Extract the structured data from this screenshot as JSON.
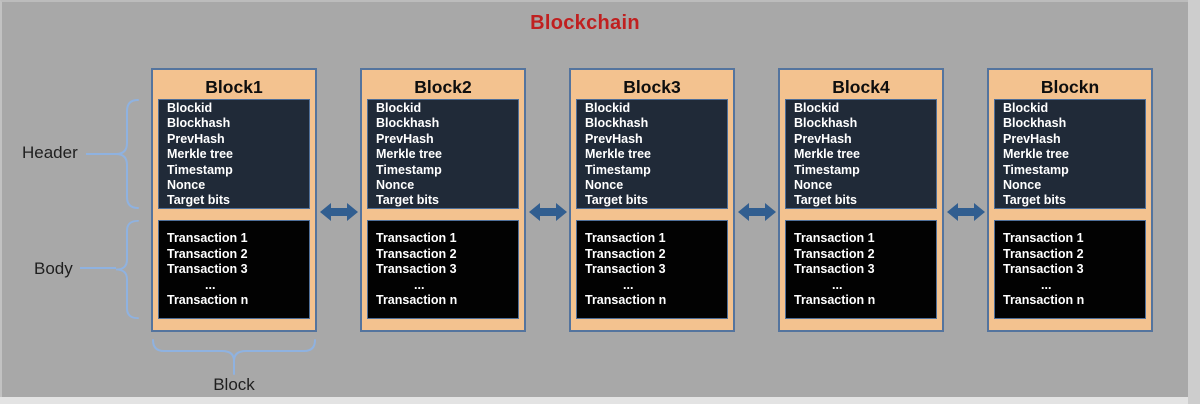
{
  "title": "Blockchain",
  "labels": {
    "header": "Header",
    "body": "Body",
    "block": "Block"
  },
  "arrows": {
    "icon": "double-arrow",
    "count": 4
  },
  "blocks": [
    {
      "name": "Block1",
      "header_fields": [
        "Blockid",
        "Blockhash",
        "PrevHash",
        "Merkle tree",
        "Timestamp",
        "Nonce",
        "Target bits"
      ],
      "body_rows": [
        "Transaction 1",
        "Transaction 2",
        "Transaction 3",
        "...",
        "Transaction n"
      ]
    },
    {
      "name": "Block2",
      "header_fields": [
        "Blockid",
        "Blockhash",
        "PrevHash",
        "Merkle tree",
        "Timestamp",
        "Nonce",
        "Target bits"
      ],
      "body_rows": [
        "Transaction 1",
        "Transaction 2",
        "Transaction 3",
        "...",
        "Transaction n"
      ]
    },
    {
      "name": "Block3",
      "header_fields": [
        "Blockid",
        "Blockhash",
        "PrevHash",
        "Merkle tree",
        "Timestamp",
        "Nonce",
        "Target bits"
      ],
      "body_rows": [
        "Transaction 1",
        "Transaction 2",
        "Transaction 3",
        "...",
        "Transaction n"
      ]
    },
    {
      "name": "Block4",
      "header_fields": [
        "Blockid",
        "Blockhash",
        "PrevHash",
        "Merkle tree",
        "Timestamp",
        "Nonce",
        "Target bits"
      ],
      "body_rows": [
        "Transaction 1",
        "Transaction 2",
        "Transaction 3",
        "...",
        "Transaction n"
      ]
    },
    {
      "name": "Blockn",
      "header_fields": [
        "Blockid",
        "Blockhash",
        "PrevHash",
        "Merkle tree",
        "Timestamp",
        "Nonce",
        "Target bits"
      ],
      "body_rows": [
        "Transaction 1",
        "Transaction 2",
        "Transaction 3",
        "...",
        "Transaction n"
      ]
    }
  ],
  "colors": {
    "canvas_bg": "#a8a8a8",
    "title_red": "#c02020",
    "block_fill": "#f3c28f",
    "block_border": "#54749e",
    "header_fill": "#202a38",
    "body_fill": "#020202",
    "inner_border": "#4f6f99",
    "arrow": "#315e90",
    "brace": "#8fb2e0",
    "label_text": "#1f1f1f",
    "box_text": "#ffffff"
  }
}
